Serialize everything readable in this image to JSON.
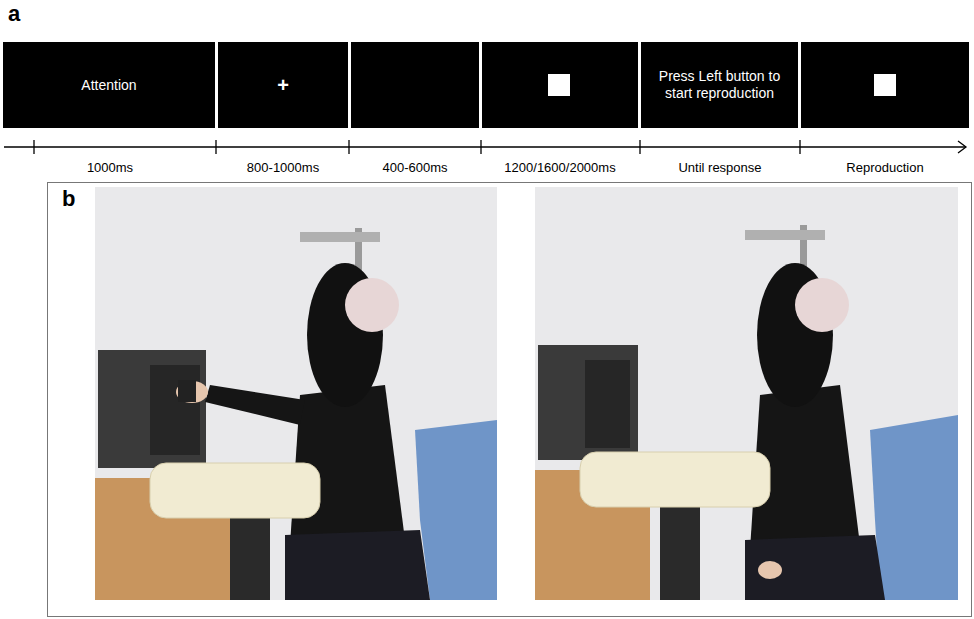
{
  "diagram": {
    "nodes": [
      {
        "text": [
          "Attention"
        ]
      },
      {
        "text": [
          "+"
        ]
      },
      {
        "text": [
          "Press Left button to start reproduction"
        ]
      }
    ],
    "labels": [
      "a",
      "1000ms",
      "800-1000ms",
      "400-600ms",
      "1200/1600/2000ms",
      "Until response",
      "Reproduction",
      "b"
    ]
  }
}
